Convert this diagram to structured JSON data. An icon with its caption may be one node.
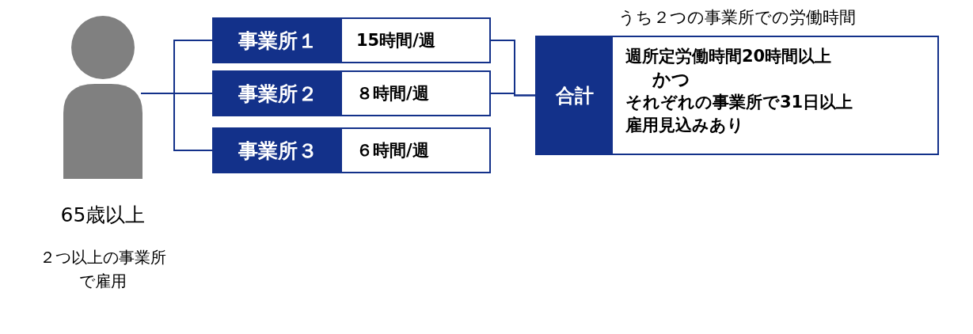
{
  "diagram": {
    "nodes": [
      {
        "text": [],
        "shape": "person",
        "beside": [
          "65歳以上",
          "２つ以上の事業所で雇用"
        ]
      },
      {
        "text": [
          "事業所１",
          "15時間/週"
        ]
      },
      {
        "text": [
          "事業所２",
          "８時間/週"
        ]
      },
      {
        "text": [
          "事業所３",
          "６時間/週"
        ]
      },
      {
        "text": [
          "合計",
          "週所定労働時間20時間以上",
          "かつ",
          "それぞれの事業所で31日以上",
          "雇用見込みあり"
        ],
        "beside": [
          "うち２つの事業所での労働時間"
        ]
      }
    ],
    "edges": [
      {
        "from": 0,
        "to": 1,
        "arrow": "none"
      },
      {
        "from": 0,
        "to": 2,
        "arrow": "none"
      },
      {
        "from": 0,
        "to": 3,
        "arrow": "none"
      },
      {
        "from": 1,
        "to": 4,
        "arrow": "none"
      },
      {
        "from": 2,
        "to": 4,
        "arrow": "none"
      }
    ]
  }
}
